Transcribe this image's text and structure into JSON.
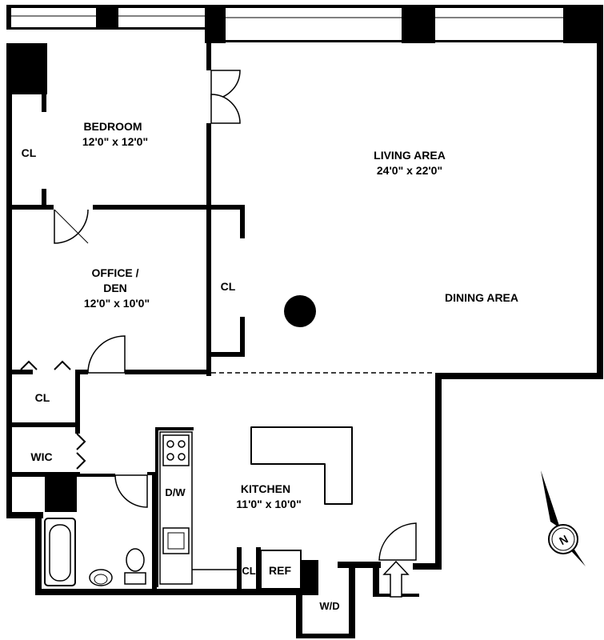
{
  "rooms": {
    "bedroom": {
      "name": "BEDROOM",
      "size": "12'0\" x 12'0\""
    },
    "living": {
      "name": "LIVING AREA",
      "size": "24'0\" x 22'0\""
    },
    "office": {
      "name_line1": "OFFICE /",
      "name_line2": "DEN",
      "size": "12'0\" x 10'0\""
    },
    "dining": {
      "name": "DINING AREA"
    },
    "kitchen": {
      "name": "KITCHEN",
      "size": "11'0\" x 10'0\""
    }
  },
  "fixtures": {
    "closet_bedroom": "CL",
    "closet_office": "CL",
    "closet_hall": "CL",
    "closet_kitchen": "CL",
    "walk_in_closet": "WIC",
    "dishwasher": "D/W",
    "refrigerator": "REF",
    "washer_dryer": "W/D"
  },
  "compass": {
    "label": "N"
  }
}
